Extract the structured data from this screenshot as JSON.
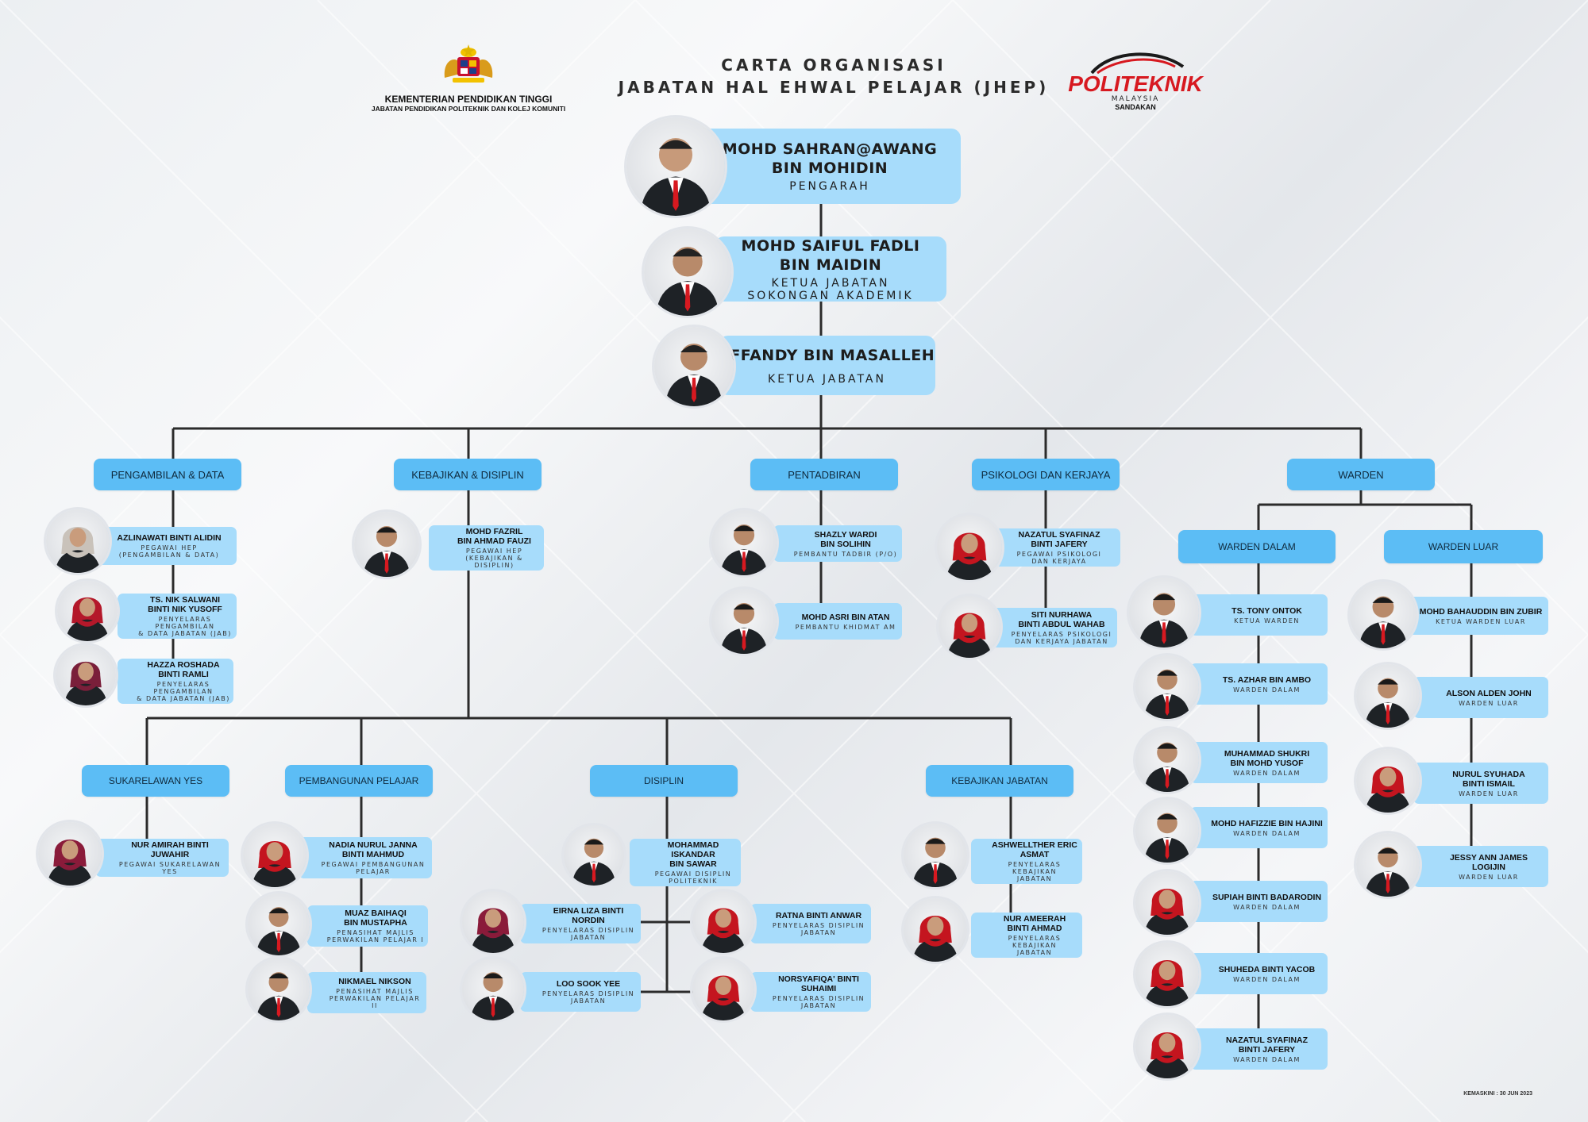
{
  "header": {
    "title_line1": "CARTA ORGANISASI",
    "title_line2": "JABATAN HAL EHWAL PELAJAR (JHEP)",
    "ministry_line1": "KEMENTERIAN PENDIDIKAN TINGGI",
    "ministry_line2": "JABATAN PENDIDIKAN POLITEKNIK DAN KOLEJ KOMUNITI",
    "logo_text": "POLITEKNIK",
    "logo_sub1": "MALAYSIA",
    "logo_sub2": "SANDAKAN"
  },
  "leaders": [
    {
      "name": "MOHD SAHRAN@AWANG BIN MOHIDIN",
      "name_line1": "MOHD SAHRAN@AWANG",
      "name_line2": "BIN MOHIDIN",
      "role_line1": "PENGARAH",
      "role_line2": ""
    },
    {
      "name": "MOHD SAIFUL FADLI BIN MAIDIN",
      "name_line1": "MOHD SAIFUL FADLI",
      "name_line2": "BIN MAIDIN",
      "role_line1": "KETUA JABATAN",
      "role_line2": "SOKONGAN AKADEMIK"
    },
    {
      "name": "EFFANDY BIN MASALLEH",
      "name_line1": "EFFANDY BIN MASALLEH",
      "name_line2": "",
      "role_line1": "KETUA JABATAN",
      "role_line2": ""
    }
  ],
  "departments": [
    "PENGAMBILAN & DATA",
    "KEBAJIKAN & DISIPLIN",
    "PENTADBIRAN",
    "PSIKOLOGI DAN KERJAYA",
    "WARDEN"
  ],
  "sub_departments": {
    "warden": [
      "WARDEN DALAM",
      "WARDEN LUAR"
    ],
    "kebajikan": [
      "SUKARELAWAN YES",
      "PEMBANGUNAN PELAJAR",
      "DISIPLIN",
      "KEBAJIKAN JABATAN"
    ]
  },
  "people": {
    "pengambilan": [
      {
        "n1": "AZLINAWATI BINTI ALIDIN",
        "n2": "",
        "r1": "PEGAWAI HEP",
        "r2": "(PENGAMBILAN & DATA)"
      },
      {
        "n1": "TS. NIK SALWANI",
        "n2": "BINTI NIK YUSOFF",
        "r1": "PENYELARAS PENGAMBILAN",
        "r2": "& DATA JABATAN (JAB)"
      },
      {
        "n1": "HAZZA ROSHADA",
        "n2": "BINTI RAMLI",
        "r1": "PENYELARAS PENGAMBILAN",
        "r2": "& DATA JABATAN (JAB)"
      }
    ],
    "kebajikan_head": {
      "n1": "MOHD FAZRIL",
      "n2": "BIN AHMAD FAUZI",
      "r1": "PEGAWAI HEP",
      "r2": "(KEBAJIKAN & DISIPLIN)"
    },
    "pentadbiran": [
      {
        "n1": "SHAZLY WARDI",
        "n2": "BIN SOLIHIN",
        "r1": "PEMBANTU TADBIR (P/O)",
        "r2": ""
      },
      {
        "n1": "MOHD ASRI BIN ATAN",
        "n2": "",
        "r1": "PEMBANTU KHIDMAT AM",
        "r2": ""
      }
    ],
    "psikologi": [
      {
        "n1": "NAZATUL SYAFINAZ",
        "n2": "BINTI JAFERY",
        "r1": "PEGAWAI PSIKOLOGI",
        "r2": "DAN KERJAYA"
      },
      {
        "n1": "SITI NURHAWA",
        "n2": "BINTI ABDUL WAHAB",
        "r1": "PENYELARAS PSIKOLOGI",
        "r2": "DAN KERJAYA JABATAN"
      }
    ],
    "warden_dalam": [
      {
        "n1": "TS. TONY ONTOK",
        "n2": "",
        "r1": "KETUA WARDEN",
        "r2": ""
      },
      {
        "n1": "TS. AZHAR BIN AMBO",
        "n2": "",
        "r1": "WARDEN DALAM",
        "r2": ""
      },
      {
        "n1": "MUHAMMAD SHUKRI",
        "n2": "BIN MOHD YUSOF",
        "r1": "WARDEN DALAM",
        "r2": ""
      },
      {
        "n1": "MOHD HAFIZZIE BIN HAJINI",
        "n2": "",
        "r1": "WARDEN DALAM",
        "r2": ""
      },
      {
        "n1": "SUPIAH BINTI BADARODIN",
        "n2": "",
        "r1": "WARDEN DALAM",
        "r2": ""
      },
      {
        "n1": "SHUHEDA BINTI YACOB",
        "n2": "",
        "r1": "WARDEN DALAM",
        "r2": ""
      },
      {
        "n1": "NAZATUL SYAFINAZ",
        "n2": "BINTI JAFERY",
        "r1": "WARDEN DALAM",
        "r2": ""
      }
    ],
    "warden_luar": [
      {
        "n1": "MOHD BAHAUDDIN BIN ZUBIR",
        "n2": "",
        "r1": "KETUA WARDEN LUAR",
        "r2": ""
      },
      {
        "n1": "ALSON ALDEN JOHN",
        "n2": "",
        "r1": "WARDEN LUAR",
        "r2": ""
      },
      {
        "n1": "NURUL SYUHADA",
        "n2": "BINTI ISMAIL",
        "r1": "WARDEN LUAR",
        "r2": ""
      },
      {
        "n1": "JESSY ANN JAMES LOGIJIN",
        "n2": "",
        "r1": "WARDEN LUAR",
        "r2": ""
      }
    ],
    "sukarelawan": [
      {
        "n1": "NUR AMIRAH BINTI JUWAHIR",
        "n2": "",
        "r1": "PEGAWAI SUKARELAWAN YES",
        "r2": ""
      }
    ],
    "pembangunan": [
      {
        "n1": "NADIA NURUL JANNA",
        "n2": "BINTI MAHMUD",
        "r1": "PEGAWAI PEMBANGUNAN",
        "r2": "PELAJAR"
      },
      {
        "n1": "MUAZ BAIHAQI",
        "n2": "BIN MUSTAPHA",
        "r1": "PENASIHAT MAJLIS",
        "r2": "PERWAKILAN PELAJAR I"
      },
      {
        "n1": "NIKMAEL NIKSON",
        "n2": "",
        "r1": "PENASIHAT MAJLIS",
        "r2": "PERWAKILAN PELAJAR II"
      }
    ],
    "disiplin_head": {
      "n1": "MOHAMMAD ISKANDAR",
      "n2": "BIN SAWAR",
      "r1": "PEGAWAI DISIPLIN",
      "r2": "POLITEKNIK"
    },
    "disiplin": [
      {
        "n1": "EIRNA LIZA BINTI NORDIN",
        "n2": "",
        "r1": "PENYELARAS DISIPLIN",
        "r2": "JABATAN"
      },
      {
        "n1": "RATNA BINTI ANWAR",
        "n2": "",
        "r1": "PENYELARAS DISIPLIN",
        "r2": "JABATAN"
      },
      {
        "n1": "LOO SOOK YEE",
        "n2": "",
        "r1": "PENYELARAS DISIPLIN",
        "r2": "JABATAN"
      },
      {
        "n1": "NORSYAFIQA' BINTI SUHAIMI",
        "n2": "",
        "r1": "PENYELARAS DISIPLIN",
        "r2": "JABATAN"
      }
    ],
    "kebajikan_jabatan": [
      {
        "n1": "ASHWELLTHER ERIC ASMAT",
        "n2": "",
        "r1": "PENYELARAS KEBAJIKAN",
        "r2": "JABATAN"
      },
      {
        "n1": "NUR AMEERAH",
        "n2": "BINTI AHMAD",
        "r1": "PENYELARAS KEBAJIKAN",
        "r2": "JABATAN"
      }
    ]
  },
  "footer": "KEMASKINI : 30 JUN 2023",
  "colors": {
    "card": "#a7dcfb",
    "dept": "#5cbdf5",
    "line": "#2b2b2b",
    "accent_red": "#d71920"
  }
}
